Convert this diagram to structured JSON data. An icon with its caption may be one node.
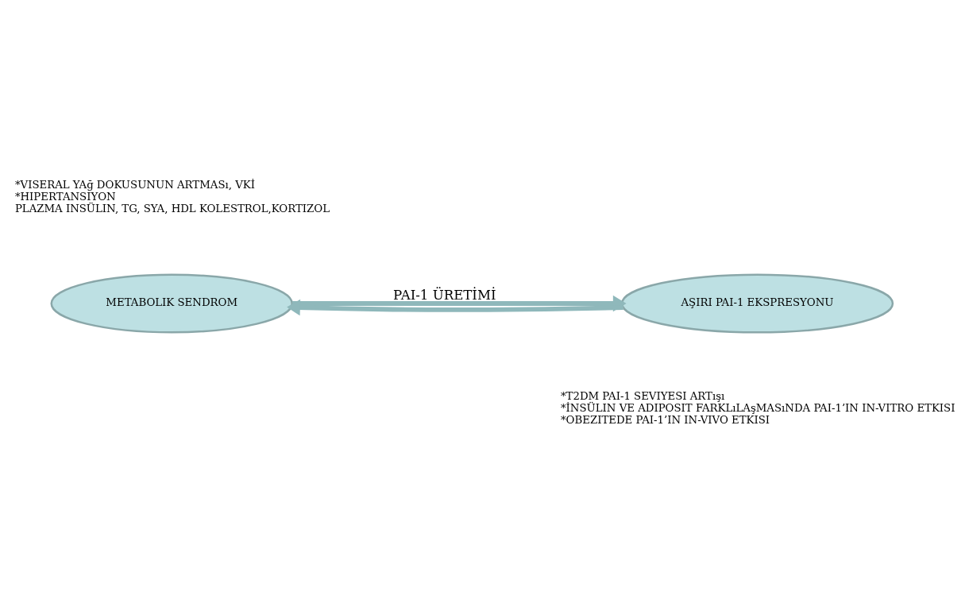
{
  "diagram": {
    "nodes": [
      {
        "text": [
          "METABOLIK SENDROM"
        ]
      },
      {
        "text": [
          "AŞIRI PAI-1 EKSPRESYONU"
        ]
      }
    ],
    "edges": [
      {
        "from": 0,
        "to": 1,
        "arrow": "to",
        "label": "PAI-1 ÜRETİMİ"
      },
      {
        "from": 1,
        "to": 0,
        "arrow": "to"
      }
    ],
    "labels": [
      "*VISERAL YAğ DOKUSUNUN ARTMASı, VKİ",
      "*HIPERTANSIYON",
      "PLAZMA INSÜLIN, TG, SYA, HDL KOLESTROL,KORTIZOL",
      "*T2DM PAI-1 SEVIYESI ARTışı",
      "*İNSÜLIN VE ADIPOSIT FARKLıLAşMASıNDA PAI-1’IN IN-VITRO ETKISI",
      "*OBEZITEDE PAI-1’IN IN-VIVO ETKISI"
    ]
  }
}
